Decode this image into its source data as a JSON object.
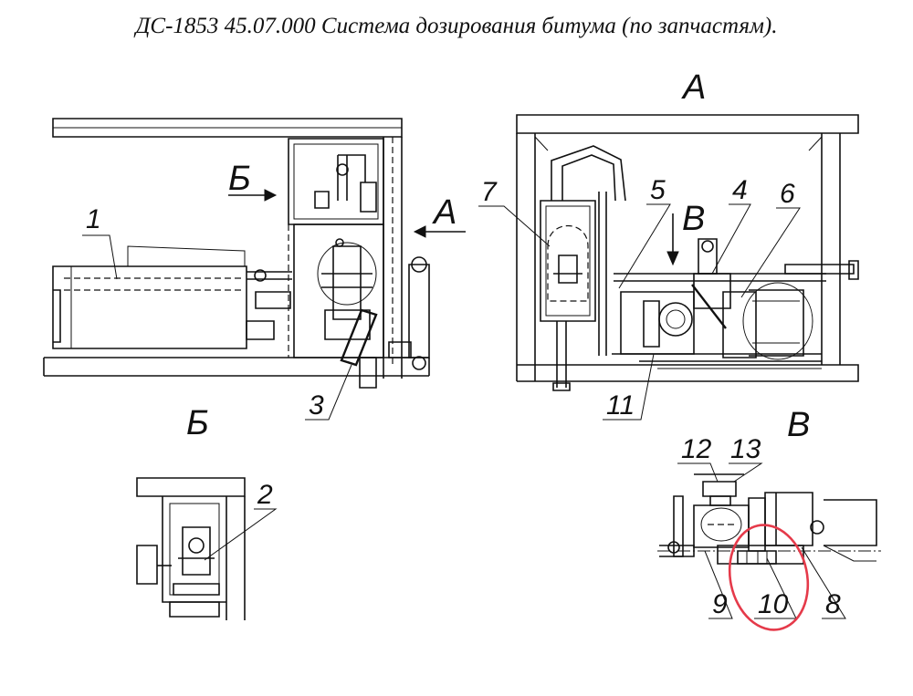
{
  "title": "ДС-1853 45.07.000 Система дозирования битума (по запчастям).",
  "view_labels": {
    "a_header": "А",
    "a_arrow": "А",
    "b_arrow": "Б",
    "b_section": "Б",
    "v_arrow": "В",
    "v_section": "В"
  },
  "callouts": [
    "1",
    "2",
    "3",
    "4",
    "5",
    "6",
    "7",
    "8",
    "9",
    "10",
    "11",
    "12",
    "13"
  ],
  "colors": {
    "line": "#111111",
    "highlight": "#e53a4a"
  }
}
